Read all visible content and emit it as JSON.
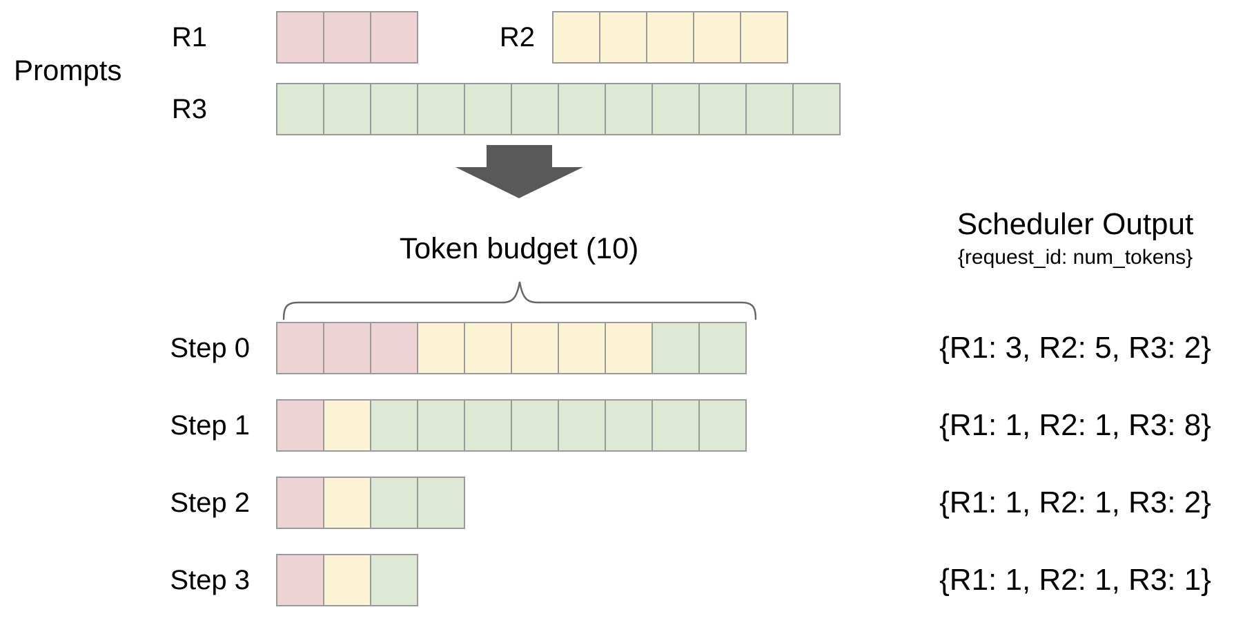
{
  "colors": {
    "r1": "#eed3d4",
    "r2": "#fcf2d4",
    "r3": "#dde9d5",
    "cell_border": "#9a9a9a",
    "arrow": "#595959",
    "brace": "#666666",
    "text": "#000000"
  },
  "prompts": {
    "label": "Prompts",
    "requests": [
      {
        "id": "R1",
        "label": "R1",
        "num_tokens": 3
      },
      {
        "id": "R2",
        "label": "R2",
        "num_tokens": 5
      },
      {
        "id": "R3",
        "label": "R3",
        "num_tokens": 12
      }
    ]
  },
  "token_budget": {
    "label": "Token budget (10)",
    "value": 10
  },
  "scheduler_output": {
    "title": "Scheduler Output",
    "subtitle": "{request_id: num_tokens}"
  },
  "steps": [
    {
      "label": "Step 0",
      "allocation": {
        "R1": 3,
        "R2": 5,
        "R3": 2
      },
      "output_text": "{R1: 3, R2: 5, R3: 2}"
    },
    {
      "label": "Step 1",
      "allocation": {
        "R1": 1,
        "R2": 1,
        "R3": 8
      },
      "output_text": "{R1: 1, R2: 1, R3: 8}"
    },
    {
      "label": "Step 2",
      "allocation": {
        "R1": 1,
        "R2": 1,
        "R3": 2
      },
      "output_text": "{R1: 1, R2: 1, R3: 2}"
    },
    {
      "label": "Step 3",
      "allocation": {
        "R1": 1,
        "R2": 1,
        "R3": 1
      },
      "output_text": "{R1: 1, R2: 1, R3: 1}"
    }
  ]
}
